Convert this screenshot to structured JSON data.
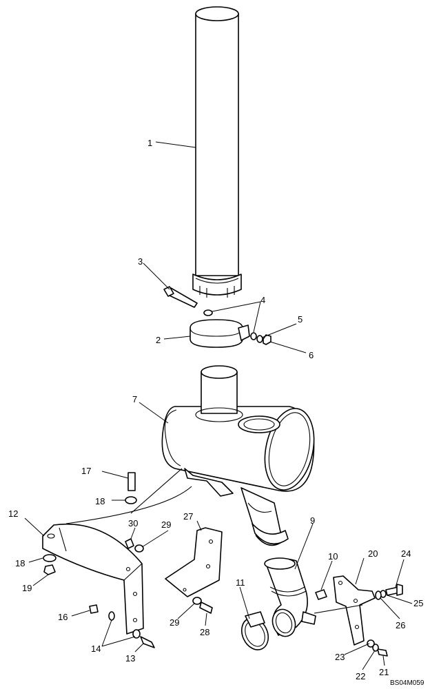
{
  "drawing_code": "BS04M059",
  "callouts": [
    {
      "id": "c1",
      "label": "1"
    },
    {
      "id": "c2",
      "label": "2"
    },
    {
      "id": "c3",
      "label": "3"
    },
    {
      "id": "c4",
      "label": "4"
    },
    {
      "id": "c5",
      "label": "5"
    },
    {
      "id": "c6",
      "label": "6"
    },
    {
      "id": "c7",
      "label": "7"
    },
    {
      "id": "c9",
      "label": "9"
    },
    {
      "id": "c10",
      "label": "10"
    },
    {
      "id": "c11",
      "label": "11"
    },
    {
      "id": "c12",
      "label": "12"
    },
    {
      "id": "c13",
      "label": "13"
    },
    {
      "id": "c14",
      "label": "14"
    },
    {
      "id": "c16",
      "label": "16"
    },
    {
      "id": "c17",
      "label": "17"
    },
    {
      "id": "c18a",
      "label": "18"
    },
    {
      "id": "c18b",
      "label": "18"
    },
    {
      "id": "c19",
      "label": "19"
    },
    {
      "id": "c20",
      "label": "20"
    },
    {
      "id": "c21",
      "label": "21"
    },
    {
      "id": "c22",
      "label": "22"
    },
    {
      "id": "c23",
      "label": "23"
    },
    {
      "id": "c24",
      "label": "24"
    },
    {
      "id": "c25",
      "label": "25"
    },
    {
      "id": "c26",
      "label": "26"
    },
    {
      "id": "c27",
      "label": "27"
    },
    {
      "id": "c28",
      "label": "28"
    },
    {
      "id": "c29a",
      "label": "29"
    },
    {
      "id": "c29b",
      "label": "29"
    },
    {
      "id": "c30",
      "label": "30"
    }
  ]
}
